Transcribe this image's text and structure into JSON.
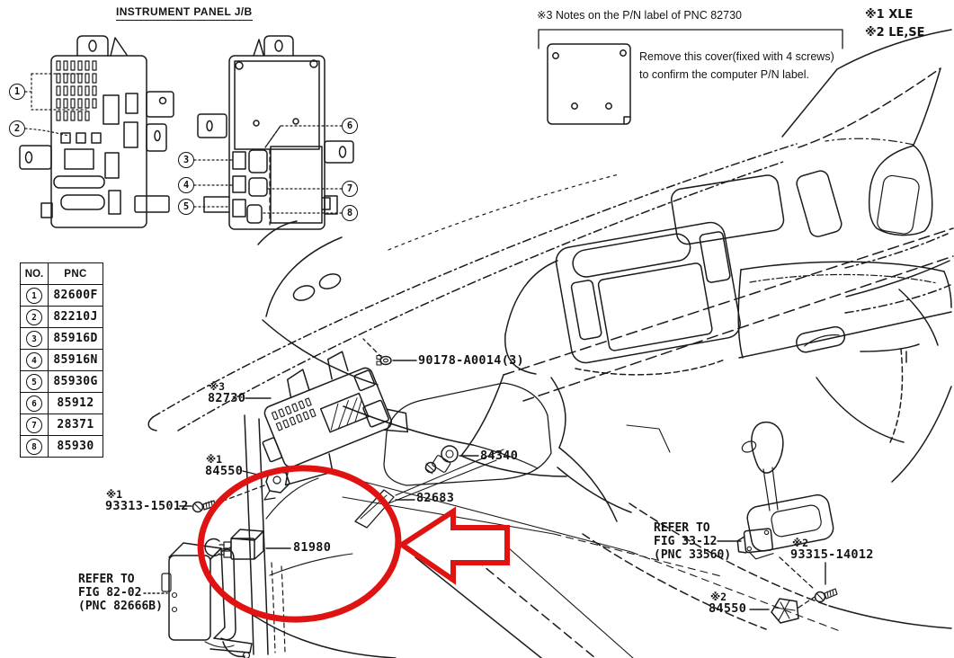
{
  "title": "INSTRUMENT PANEL J/B",
  "notes": {
    "note3_title": "※3 Notes on the P/N label of PNC 82730",
    "note1": "※1 XLE",
    "note2": "※2 LE,SE",
    "remove_line1": "Remove this cover(fixed with 4 screws)",
    "remove_line2": "to confirm the computer P/N label."
  },
  "table": {
    "headers": [
      "NO.",
      "PNC"
    ],
    "rows": [
      {
        "no": "1",
        "pnc": "82600F"
      },
      {
        "no": "2",
        "pnc": "82210J"
      },
      {
        "no": "3",
        "pnc": "85916D"
      },
      {
        "no": "4",
        "pnc": "85916N"
      },
      {
        "no": "5",
        "pnc": "85930G"
      },
      {
        "no": "6",
        "pnc": "85912"
      },
      {
        "no": "7",
        "pnc": "28371"
      },
      {
        "no": "8",
        "pnc": "85930"
      }
    ]
  },
  "callouts": [
    {
      "label": "1"
    },
    {
      "label": "2"
    },
    {
      "label": "3"
    },
    {
      "label": "4"
    },
    {
      "label": "5"
    },
    {
      "label": "6"
    },
    {
      "label": "7"
    },
    {
      "label": "8"
    }
  ],
  "labels": {
    "bolt_pn": "90178-A0014(3)",
    "jb_mark": "※3",
    "jb_pnc": "82730",
    "bracket1_mark": "※1",
    "bracket1_pnc": "84550",
    "sensor_pnc": "84340",
    "panel_pnc": "82683",
    "screw1_mark": "※1",
    "screw1_pn": "93313-15012",
    "relay_pnc": "81980",
    "refer1": {
      "l1": "REFER TO",
      "l2": "FIG 82-02",
      "l3": "(PNC 82666B)"
    },
    "refer2": {
      "l1": "REFER TO",
      "l2": "FIG 33-12",
      "l3": "(PNC 33560)"
    },
    "screw2_mark": "※2",
    "screw2_pn": "93315-14012",
    "clip_mark": "※2",
    "clip_pnc": "84550"
  },
  "colors": {
    "highlight_red": "#e01313",
    "line_black": "#1b1b1b",
    "background": "#ffffff"
  }
}
